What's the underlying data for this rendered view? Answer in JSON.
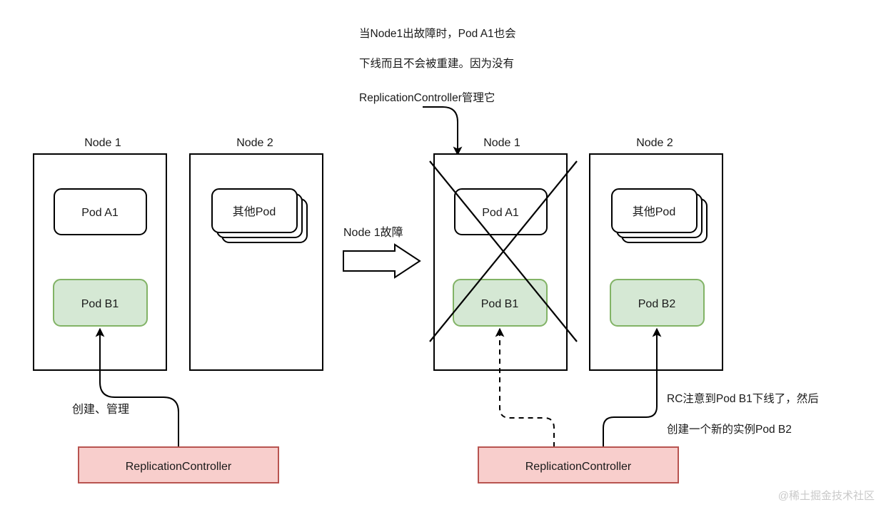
{
  "figure": {
    "title_note_lines": [
      "当Node1出故障时，Pod A1也会",
      "下线而且不会被重建。因为没有",
      "ReplicationController管理它"
    ],
    "transition_label": "Node 1故障",
    "watermark": "@稀土掘金技术社区"
  },
  "colors": {
    "pod_green_fill": "#d5e8d4",
    "pod_green_stroke": "#82b366",
    "rc_fill": "#f8cecc",
    "rc_stroke": "#b85450",
    "box_stroke": "#000000",
    "background": "#ffffff",
    "watermark": "#c9c9c9"
  },
  "left_scene": {
    "nodes": [
      {
        "title": "Node 1",
        "pods": [
          {
            "label": "Pod A1",
            "style": "white"
          },
          {
            "label": "Pod B1",
            "style": "green"
          }
        ]
      },
      {
        "title": "Node 2",
        "pods": [
          {
            "label": "其他Pod",
            "style": "stacked"
          }
        ]
      }
    ],
    "controller": {
      "label": "ReplicationController"
    },
    "edge_label": "创建、管理"
  },
  "right_scene": {
    "nodes": [
      {
        "title": "Node 1",
        "failed": true,
        "pods": [
          {
            "label": "Pod A1",
            "style": "white"
          },
          {
            "label": "Pod B1",
            "style": "green"
          }
        ]
      },
      {
        "title": "Node 2",
        "failed": false,
        "pods": [
          {
            "label": "其他Pod",
            "style": "stacked"
          },
          {
            "label": "Pod B2",
            "style": "green"
          }
        ]
      }
    ],
    "controller": {
      "label": "ReplicationController"
    },
    "note_lines": [
      "RC注意到Pod B1下线了，然后",
      "创建一个新的实例Pod B2"
    ]
  }
}
